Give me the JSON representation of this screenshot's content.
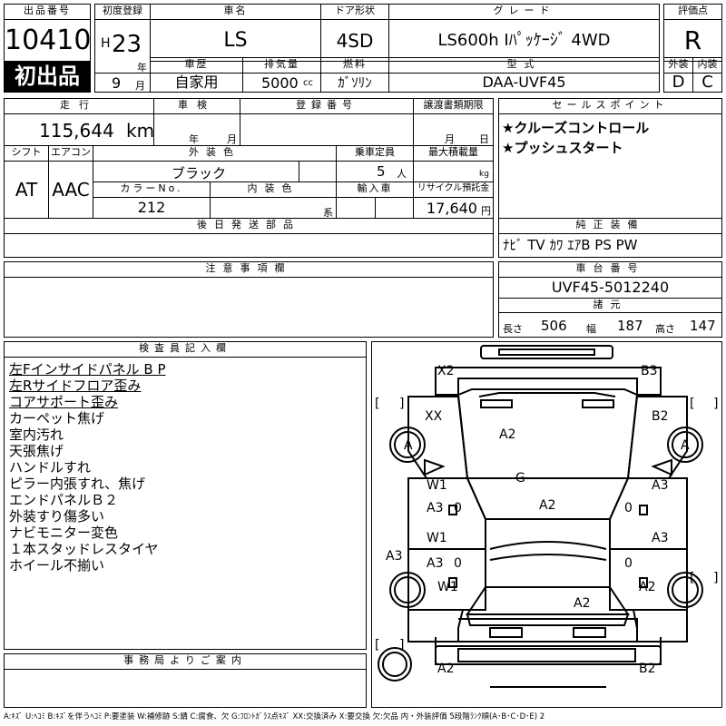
{
  "header": {
    "lot_label": "出品番号",
    "lot_value": "10410",
    "first_badge": "初出品",
    "reg_label": "初度登録",
    "reg_era": "H",
    "reg_year": "23",
    "year_unit": "年",
    "reg_month": "9",
    "month_unit": "月",
    "name_label": "車名",
    "name_value": "LS",
    "door_label": "ドア形状",
    "door_value": "4SD",
    "grade_label": "グレード",
    "grade_value": "LS600h Iﾊﾟｯｹｰｼﾞ 4WD",
    "score_label": "評価点",
    "score_value": "R",
    "history_label": "車歴",
    "history_value": "自家用",
    "disp_label": "排気量",
    "disp_value": "5000",
    "disp_unit": "cc",
    "fuel_label": "燃料",
    "fuel_value": "ｶﾞｿﾘﾝ",
    "model_label": "型式",
    "model_value": "DAA-UVF45",
    "ext_label": "外装",
    "ext_value": "D",
    "int_label": "内装",
    "int_value": "C"
  },
  "mid": {
    "mileage_label": "走行",
    "mileage_value": "115,644",
    "mileage_unit": "km",
    "inspect_label": "車検",
    "inspect_year": "年",
    "inspect_month": "月",
    "regno_label": "登録番号",
    "transfer_label": "譲渡書類期限",
    "transfer_month": "月",
    "transfer_day": "日",
    "shift_label": "シフト",
    "shift_value": "AT",
    "ac_label": "エアコン",
    "ac_value": "AAC",
    "color_label": "外装色",
    "color_value": "ブラック",
    "capacity_label": "乗車定員",
    "capacity_value": "5",
    "capacity_unit": "人",
    "load_label": "最大積載量",
    "load_unit": "kg",
    "colorno_label": "カラーNo.",
    "colorno_value": "212",
    "intcolor_label": "内装色",
    "intcolor_unit": "系",
    "import_label": "輸入車",
    "recycle_label": "リサイクル預託金",
    "recycle_value": "17,640",
    "recycle_unit": "円",
    "parts_label": "後日発送部品"
  },
  "sales": {
    "label": "セールスポイント",
    "points": [
      "★クルーズコントロール",
      "★プッシュスタート"
    ]
  },
  "equipment": {
    "label": "純正装備",
    "value": "ﾅﾋﾞ TV ｶﾜ ｴｱB PS PW"
  },
  "caution": {
    "label": "注意事項欄"
  },
  "chassis": {
    "label": "車台番号",
    "value": "UVF45-5012240",
    "dims_label": "諸元",
    "length_label": "長さ",
    "length_value": "506",
    "width_label": "幅",
    "width_value": "187",
    "height_label": "高さ",
    "height_value": "147"
  },
  "inspector": {
    "label": "検査員記入欄",
    "notes": [
      "左Fインサイドパネル B P",
      "左Rサイドフロア歪み",
      "コアサポート歪み",
      "カーペット焦げ",
      "室内汚れ",
      "天張焦げ",
      "ハンドルすれ",
      "ピラー内張すれ、焦げ",
      "エンドパネルＢ２",
      "外装すり傷多い",
      "ナビモニター変色",
      "１本スタッドレスタイヤ",
      "ホイール不揃い"
    ]
  },
  "office": {
    "label": "事務局よりご案内"
  },
  "legend": "A:ｷｽﾞ U:ﾍｺﾐ B:ｷｽﾞを伴うﾍｺﾐ P:要塗装 W:補修跡 S:錆 C:腐食、欠 G:ﾌﾛﾝﾄｶﾞﾗｽ点ｷｽﾞ XX:交換済み X:要交換 欠:欠品 内・外装評価 5段階ﾗﾝｸ順(A･B･C･D･E) 2",
  "diagram": {
    "marks": {
      "x2": "X2",
      "b3": "B3",
      "xx": "XX",
      "b2_top": "B2",
      "a_left": "A",
      "a_right": "A",
      "a2_hood": "A2",
      "g": "G",
      "w1_a": "W1",
      "a3_a": "A3",
      "a3_b": "A3",
      "a2_roof": "A2",
      "w1_b": "W1",
      "a3_c": "A3",
      "a3_d": "A3",
      "a3_side": "A3",
      "w1_c": "W1",
      "a2_right": "A2",
      "a2_trunk": "A2",
      "a2_bottom": "A2",
      "b2_bottom": "B2",
      "zero": "0"
    },
    "bracket_open": "[",
    "bracket_close": "]"
  }
}
